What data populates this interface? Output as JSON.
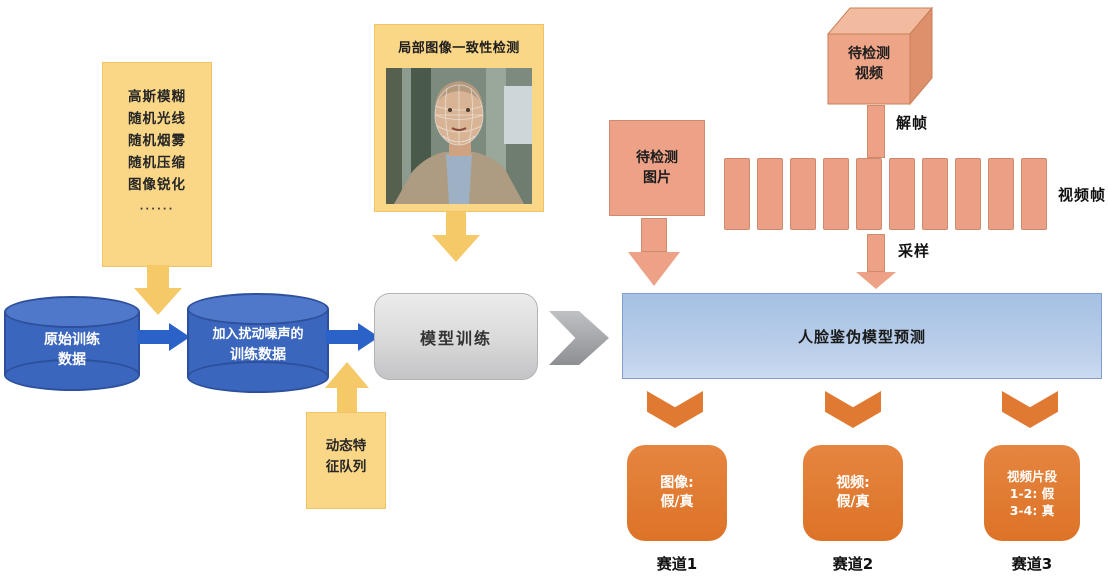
{
  "augmentation_box": {
    "lines": [
      "高斯模糊",
      "随机光线",
      "随机烟雾",
      "随机压缩",
      "图像锐化"
    ],
    "ellipsis": "······"
  },
  "consistency_module": {
    "title": "局部图像一致性检测"
  },
  "dataset_original": {
    "line1": "原始训练",
    "line2": "数据"
  },
  "dataset_perturbed": {
    "line1": "加入扰动噪声的",
    "line2": "训练数据"
  },
  "feature_queue": {
    "line1": "动态特",
    "line2": "征队列"
  },
  "model_training": {
    "label": "模型训练"
  },
  "image_input": {
    "line1": "待检测",
    "line2": "图片"
  },
  "video_input": {
    "line1": "待检测",
    "line2": "视频"
  },
  "labels": {
    "deframe": "解帧",
    "video_frames": "视频帧",
    "sampling": "采样"
  },
  "prediction": {
    "label": "人脸鉴伪模型预测"
  },
  "frames": {
    "count": 10
  },
  "outputs": [
    {
      "line1": "图像:",
      "line2": "假/真",
      "track": "赛道1"
    },
    {
      "line1": "视频:",
      "line2": "假/真",
      "track": "赛道2"
    },
    {
      "line1": "视频片段",
      "line2": "1-2: 假",
      "line3": "3-4: 真",
      "track": "赛道3"
    }
  ],
  "colors": {
    "note_yellow": "#fad687",
    "arrow_yellow": "#f6c968",
    "cylinder_blue": "#3b66bd",
    "flow_blue": "#2b62c7",
    "bar_blue": "#b8cde9",
    "salmon": "#eda287",
    "output_orange": "#e07a33",
    "gray_box": "#d9d9da"
  }
}
